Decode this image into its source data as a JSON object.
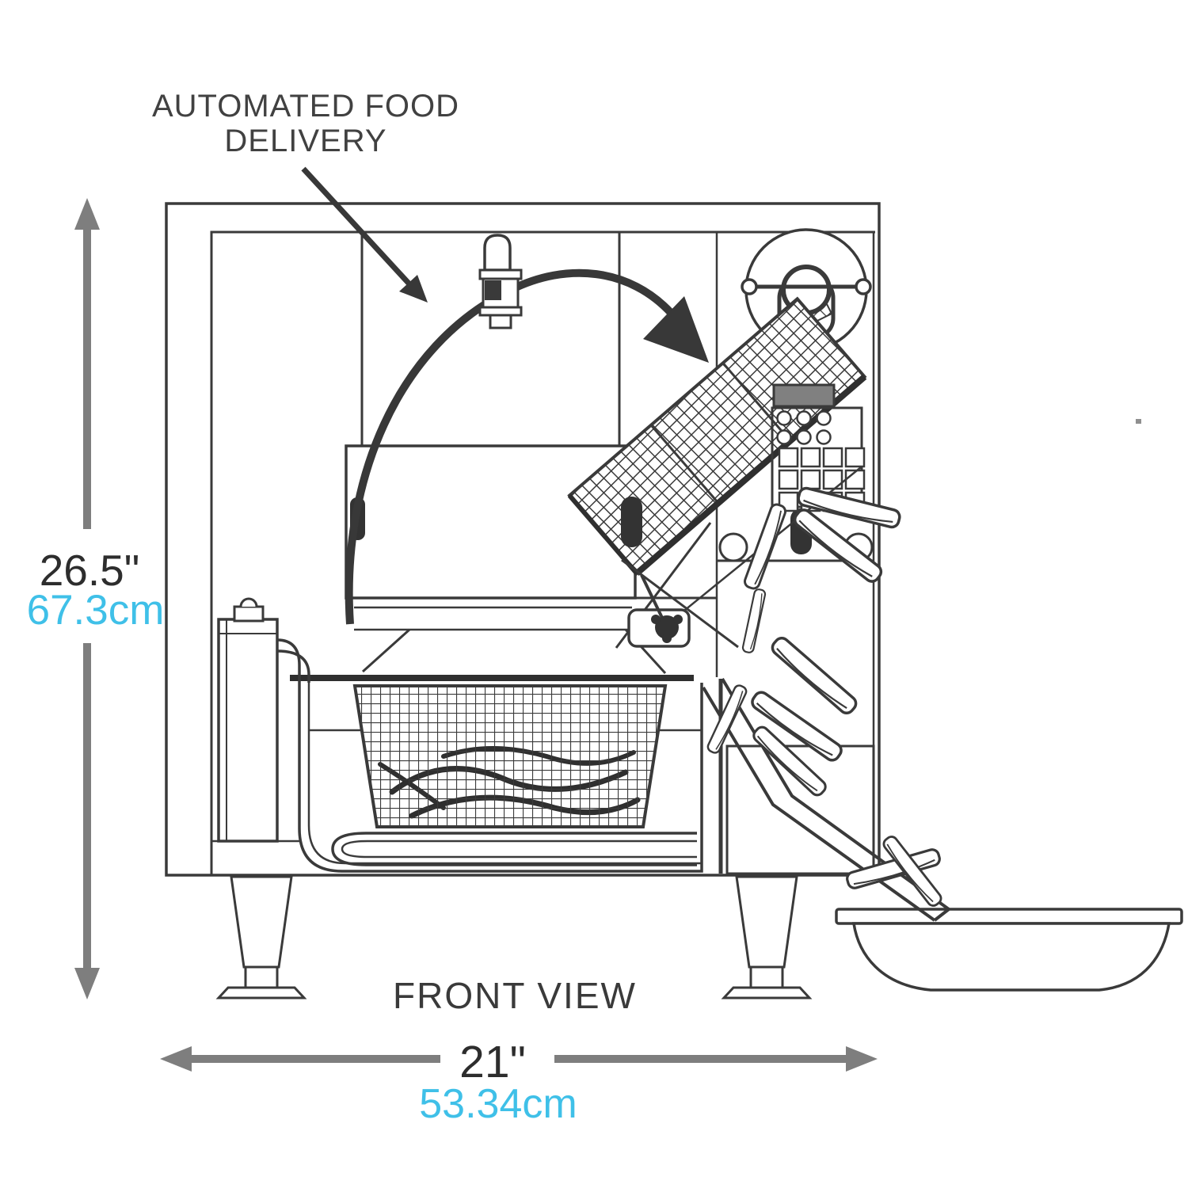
{
  "annotation": {
    "line1": "AUTOMATED FOOD",
    "line2": "DELIVERY"
  },
  "view_label": "FRONT VIEW",
  "dimensions": {
    "height": {
      "imperial": "26.5\"",
      "metric": "67.3cm"
    },
    "width": {
      "imperial": "21\"",
      "metric": "53.34cm"
    }
  },
  "colors": {
    "line_art": "#3a3a3a",
    "dimension_arrow": "#7e7e7e",
    "imperial_text": "#2d2d2d",
    "metric_text": "#3fc0e8",
    "annotation_text": "#414141",
    "display_screen": "#808080"
  },
  "icons": {
    "rotation_arrow": "curved-arrow-clockwise",
    "callout_arrow": "diagonal-arrow",
    "height_arrow": "vertical-double-arrow",
    "width_arrow": "horizontal-double-arrow"
  }
}
